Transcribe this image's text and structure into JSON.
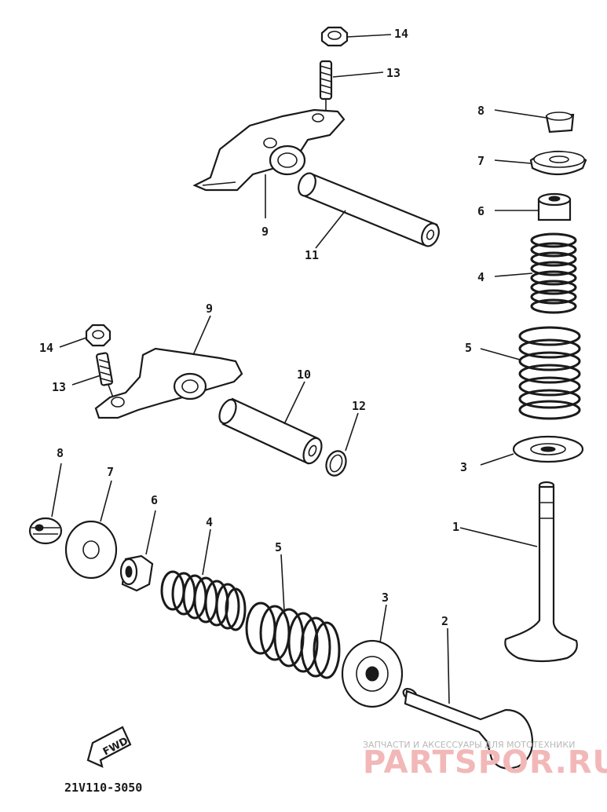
{
  "labels": {
    "p14_top": "14",
    "p13_top": "13",
    "p9_top": "9",
    "p11": "11",
    "p8_right": "8",
    "p7_right": "7",
    "p6_right": "6",
    "p4_right": "4",
    "p5_right": "5",
    "p3_right": "3",
    "p1": "1",
    "p9_mid": "9",
    "p14_mid": "14",
    "p13_mid": "13",
    "p10": "10",
    "p12": "12",
    "p8_left": "8",
    "p7_left": "7",
    "p6_left": "6",
    "p4_left": "4",
    "p5_left": "5",
    "p3_left": "3",
    "p2": "2"
  },
  "fwd_marker": "FWD",
  "diagram_code": "21V110-3050",
  "watermark": {
    "tagline": "ЗАПЧАСТИ И АКСЕССУАРЫ ДЛЯ МОТОТЕХНИКИ",
    "brand": "PARTSPOR.RU"
  },
  "icons": {
    "fwd_arrow": "fwd-arrow-icon"
  }
}
